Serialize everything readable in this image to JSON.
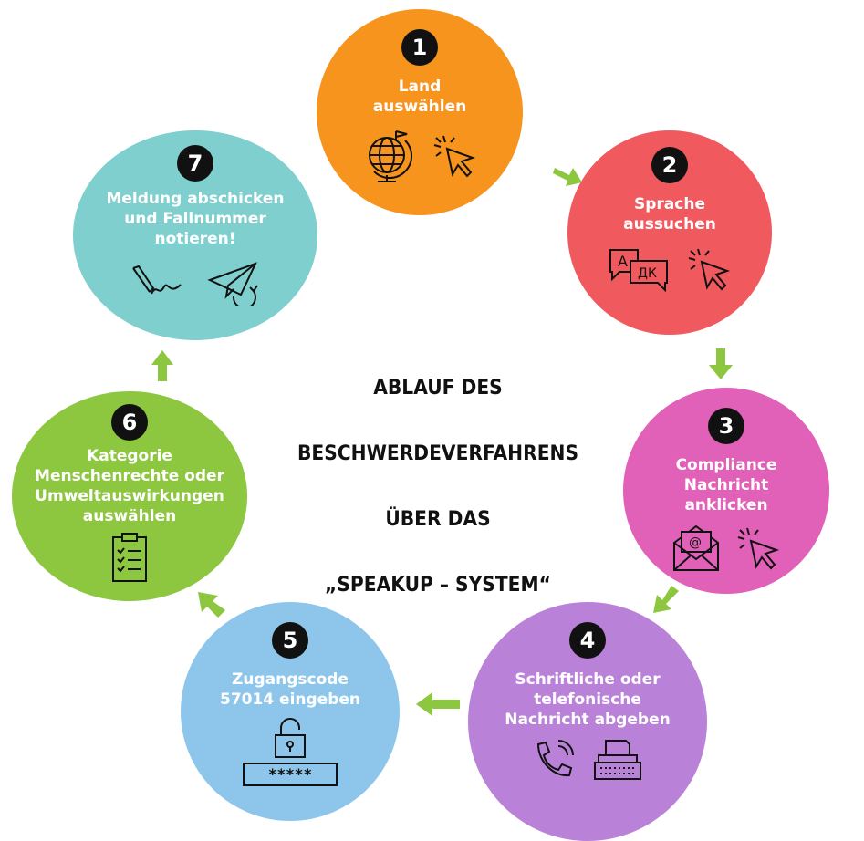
{
  "title": {
    "lines": [
      "ABLAUF DES",
      "BESCHWERDEVERFAHRENS",
      "ÜBER DAS",
      "„SPEAKUP – SYSTEM“"
    ]
  },
  "steps": [
    {
      "number": "1",
      "label": "Land\nauswählen",
      "color": "#F7941D",
      "icons": [
        "globe-flag-icon",
        "cursor-click-icon"
      ]
    },
    {
      "number": "2",
      "label": "Sprache\naussuchen",
      "color": "#F05A5E",
      "icons": [
        "translate-speech-icon",
        "cursor-click-icon"
      ]
    },
    {
      "number": "3",
      "label": "Compliance\nNachricht\nanklicken",
      "color": "#E061B7",
      "icons": [
        "email-envelope-icon",
        "cursor-click-icon"
      ]
    },
    {
      "number": "4",
      "label": "Schriftliche oder\ntelefonische\nNachricht abgeben",
      "color": "#B982D8",
      "icons": [
        "phone-icon",
        "typewriter-icon"
      ]
    },
    {
      "number": "5",
      "label": "Zugangscode\n57014 eingeben",
      "color": "#8DC6EA",
      "icons": [
        "padlock-icon"
      ],
      "code_mask": "*****"
    },
    {
      "number": "6",
      "label": "Kategorie\nMenschenrechte oder\nUmweltauswirkungen\nauswählen",
      "color": "#8DC63F",
      "icons": [
        "clipboard-checklist-icon"
      ]
    },
    {
      "number": "7",
      "label": "Meldung abschicken\nund Fallnummer\nnotieren!",
      "color": "#7FCFCF",
      "icons": [
        "signature-pen-icon",
        "paper-plane-icon"
      ]
    }
  ],
  "arrow_color": "#8DC63F"
}
